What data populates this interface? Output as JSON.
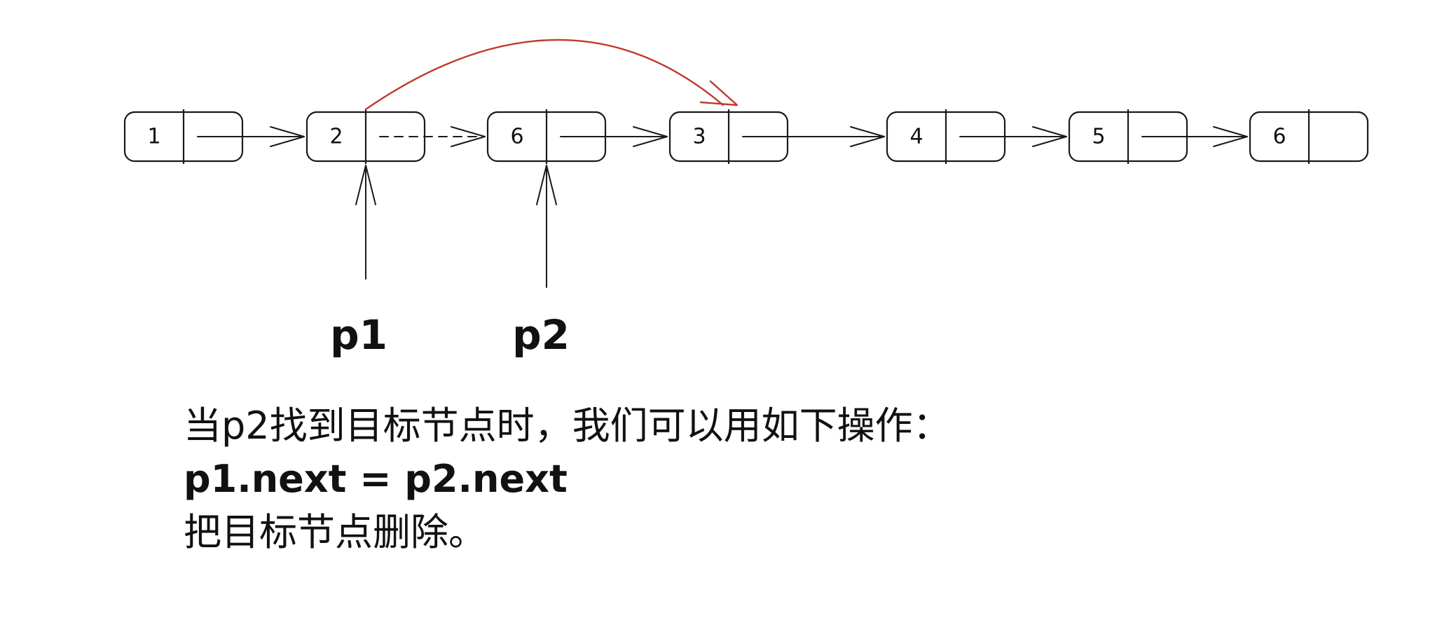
{
  "nodes": [
    {
      "label": "1"
    },
    {
      "label": "2"
    },
    {
      "label": "6"
    },
    {
      "label": "3"
    },
    {
      "label": "4"
    },
    {
      "label": "5"
    },
    {
      "label": "6"
    }
  ],
  "pointers": {
    "p1": {
      "label": "p1",
      "target_index": 1
    },
    "p2": {
      "label": "p2",
      "target_index": 2
    }
  },
  "bypass": {
    "from_index": 1,
    "to_index": 3,
    "color": "#c0392b"
  },
  "colors": {
    "ink": "#1a1a1a",
    "bypass": "#c0392b",
    "background": "#ffffff"
  },
  "caption": {
    "line1": "当p2找到目标节点时，我们可以用如下操作：",
    "line2": "p1.next = p2.next",
    "line3": "把目标节点删除。"
  }
}
